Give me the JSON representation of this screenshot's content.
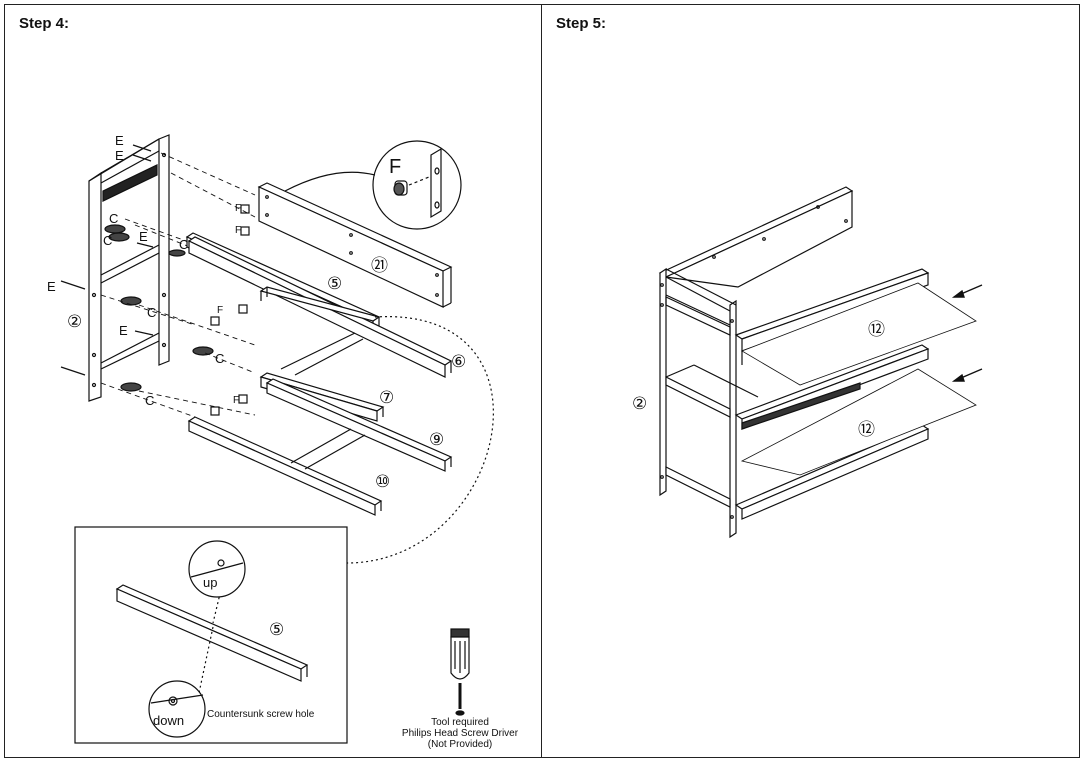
{
  "step4": {
    "title": "Step 4:",
    "labels": {
      "e1": "E",
      "e2": "E",
      "e3": "E",
      "e4": "E",
      "e5": "E",
      "c1": "C",
      "c2": "C",
      "c3": "C",
      "c4": "C",
      "c5": "C",
      "c6": "C",
      "f_big": "F",
      "f1": "F",
      "f2": "F",
      "f3": "F",
      "f4": "F"
    },
    "parts": {
      "p2": "②",
      "p21": "㉑",
      "p5": "⑤",
      "p6": "⑥",
      "p7": "⑦",
      "p9": "⑨",
      "p10": "⑩"
    },
    "inset": {
      "up_label": "up",
      "down_label": "down",
      "countersunk_label": "Countersunk screw hole",
      "part_label": "⑤"
    },
    "tool": {
      "line1": "Tool required",
      "line2": "Philips Head Screw Driver",
      "line3": "(Not Provided)"
    }
  },
  "step5": {
    "title": "Step 5:",
    "parts": {
      "p2": "②",
      "p12a": "⑫",
      "p12b": "⑫"
    }
  },
  "colors": {
    "line": "#111111",
    "background": "#ffffff"
  }
}
